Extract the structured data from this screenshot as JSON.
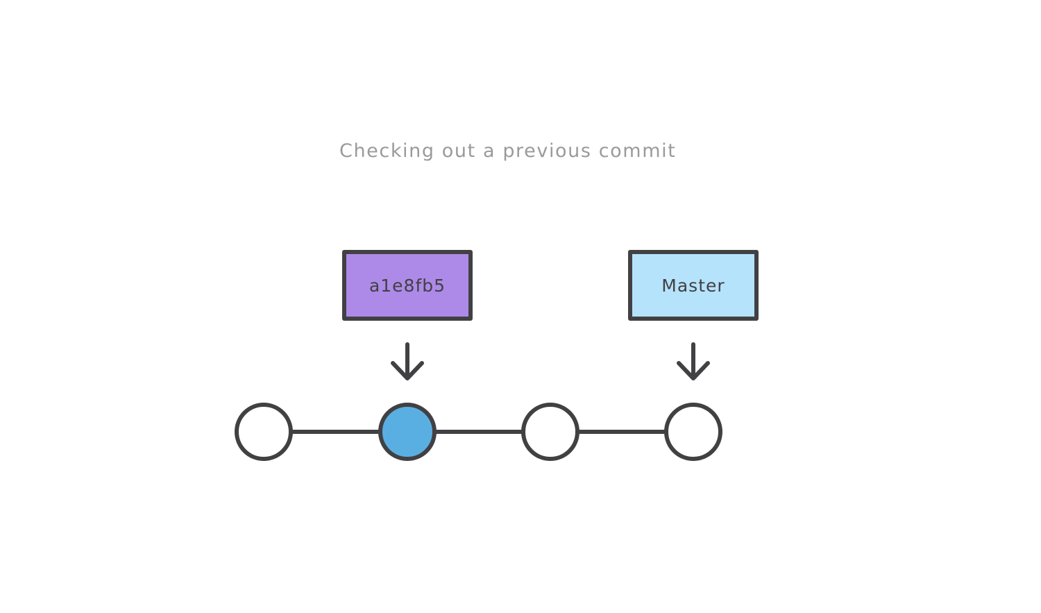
{
  "diagram": {
    "caption": "Checking out a previous commit",
    "colors": {
      "stroke": "#414042",
      "commit_fill": "#ffffff",
      "checked_out_commit_fill": "#5aafe2",
      "detached_ref_fill": "#ad8ae8",
      "master_ref_fill": "#b6e3fc",
      "caption": "#9a9a9a"
    },
    "refs": [
      {
        "label": "a1e8fb5",
        "points_to_commit": 2
      },
      {
        "label": "Master",
        "points_to_commit": 4
      }
    ],
    "commits": [
      {
        "index": 1,
        "checked_out": false
      },
      {
        "index": 2,
        "checked_out": true
      },
      {
        "index": 3,
        "checked_out": false
      },
      {
        "index": 4,
        "checked_out": false
      }
    ]
  }
}
